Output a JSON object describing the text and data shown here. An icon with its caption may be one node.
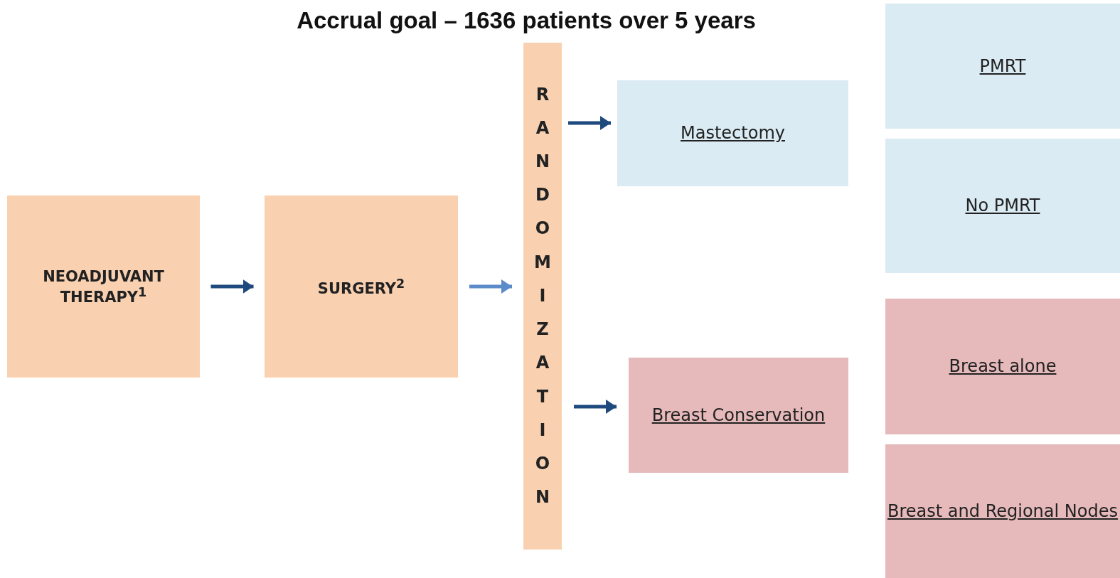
{
  "diagram": {
    "title": "Accrual goal – 1636 patients over 5 years",
    "nodes": [
      {
        "text": [
          "NEOADJUVANT THERAPY$^{1}$"
        ]
      },
      {
        "text": [
          "SURGERY$^{2}$"
        ]
      },
      {
        "text": [
          "RANDOMIZATION"
        ]
      },
      {
        "text": [
          "Mastectomy"
        ]
      },
      {
        "text": [
          "Breast Conservation"
        ]
      },
      {
        "text": [
          "PMRT"
        ]
      },
      {
        "text": [
          "No PMRT"
        ]
      },
      {
        "text": [
          "Breast alone"
        ]
      },
      {
        "text": [
          "Breast and Regional Nodes"
        ]
      }
    ],
    "edges": [
      {
        "from": 0,
        "to": 1,
        "arrow": "to"
      },
      {
        "from": 1,
        "to": 2,
        "arrow": "to",
        "color": "#5b8bc9"
      },
      {
        "from": 2,
        "to": 3,
        "arrow": "to"
      },
      {
        "from": 2,
        "to": 4,
        "arrow": "to"
      }
    ]
  }
}
